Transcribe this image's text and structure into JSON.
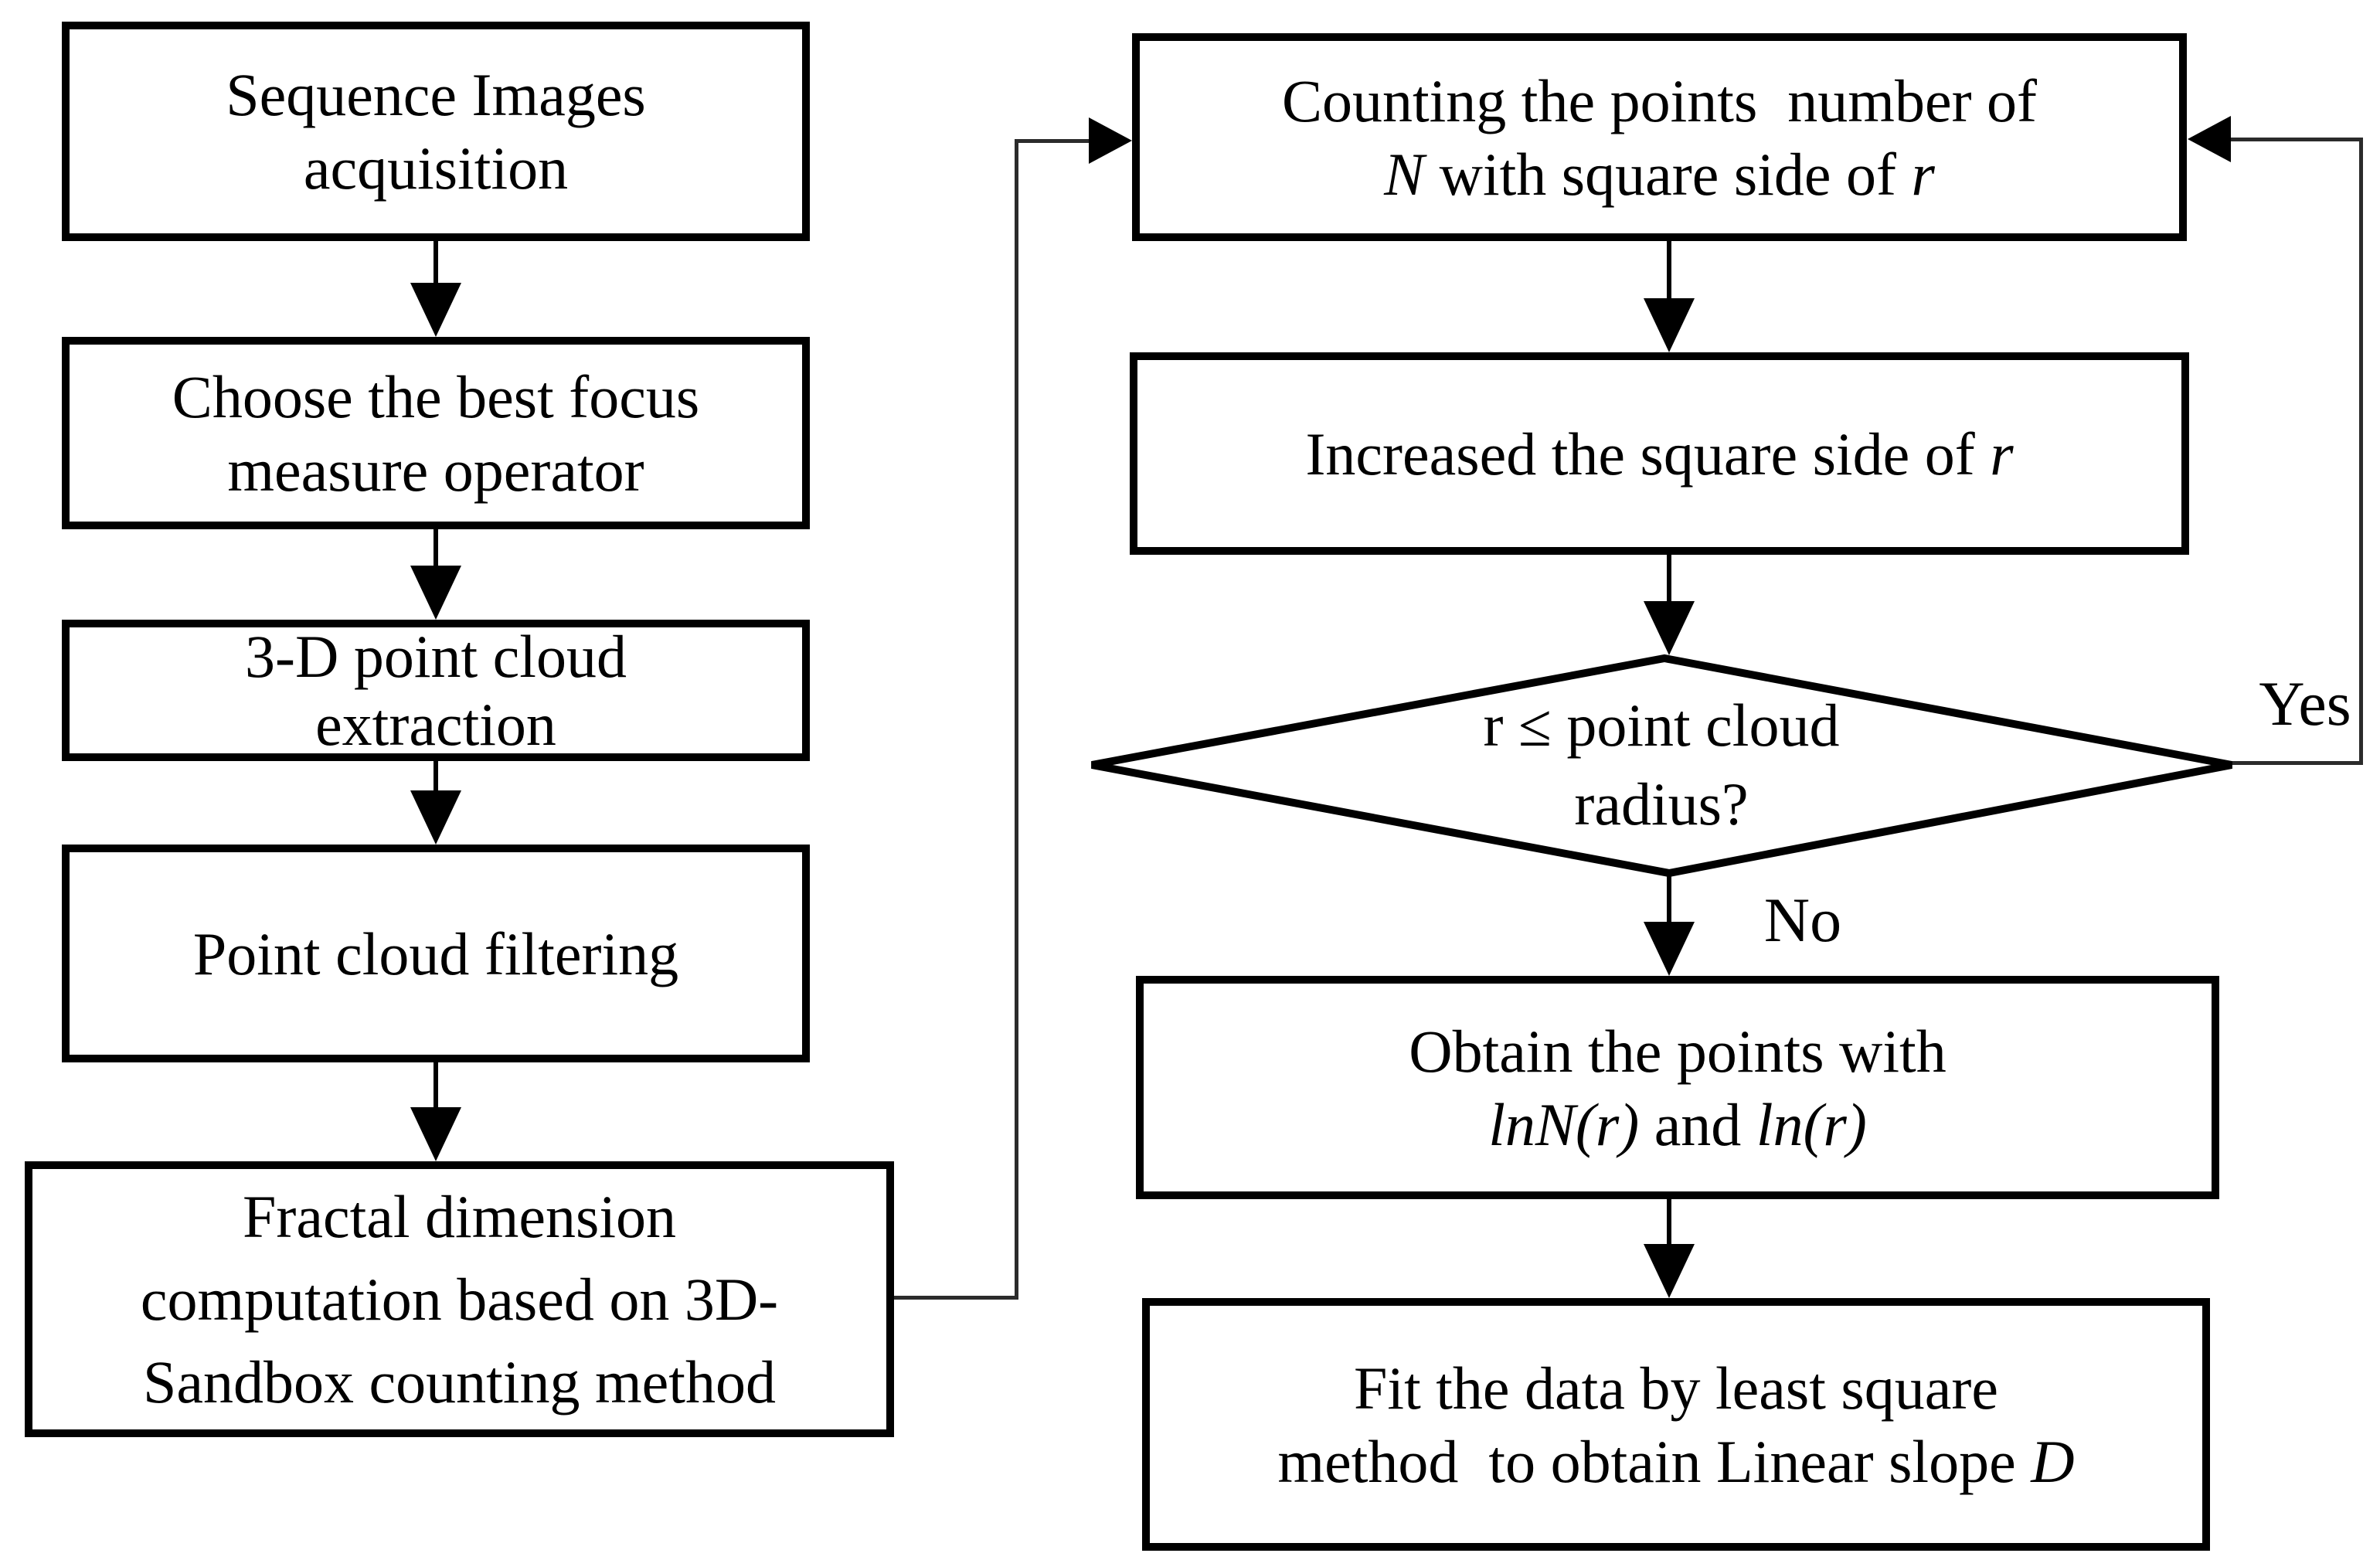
{
  "diagram": {
    "title_hint": "3D sandbox-counting fractal dimension flowchart",
    "colors": {
      "background": "#ffffff",
      "box_border": "#000000",
      "text": "#000000",
      "connector": "#2b2b2b"
    },
    "nodes": {
      "seq": {
        "type": "process",
        "lines": [
          [
            {
              "t": "Sequence Images"
            }
          ],
          [
            {
              "t": "acquisition"
            }
          ]
        ]
      },
      "focus": {
        "type": "process",
        "lines": [
          [
            {
              "t": "Choose the best focus"
            }
          ],
          [
            {
              "t": "measure operator"
            }
          ]
        ]
      },
      "ext": {
        "type": "process",
        "lines": [
          [
            {
              "t": "3-D point cloud"
            }
          ],
          [
            {
              "t": "extraction"
            }
          ]
        ]
      },
      "filt": {
        "type": "process",
        "lines": [
          [
            {
              "t": "Point cloud filtering"
            }
          ]
        ]
      },
      "frac": {
        "type": "process",
        "lines": [
          [
            {
              "t": "Fractal dimension"
            }
          ],
          [
            {
              "t": "computation based on 3D-"
            }
          ],
          [
            {
              "t": "Sandbox counting method"
            }
          ]
        ]
      },
      "count": {
        "type": "process",
        "lines": [
          [
            {
              "t": "Counting the points  number of"
            }
          ],
          [
            {
              "t": "N",
              "i": true
            },
            {
              "t": " with square side of "
            },
            {
              "t": "r",
              "i": true
            }
          ]
        ]
      },
      "incr": {
        "type": "process",
        "lines": [
          [
            {
              "t": "Increased the square side of "
            },
            {
              "t": "r",
              "i": true
            }
          ]
        ]
      },
      "dec": {
        "type": "decision",
        "lines": [
          [
            {
              "t": "r ≤ point cloud"
            }
          ],
          [
            {
              "t": "radius?"
            }
          ]
        ]
      },
      "obt": {
        "type": "process",
        "lines": [
          [
            {
              "t": "Obtain the points with"
            }
          ],
          [
            {
              "t": "lnN(r)",
              "i": true
            },
            {
              "t": " and "
            },
            {
              "t": "ln(r)",
              "i": true
            }
          ]
        ]
      },
      "fit": {
        "type": "process",
        "lines": [
          [
            {
              "t": "Fit the data by least square"
            }
          ],
          [
            {
              "t": "method  to obtain Linear slope "
            },
            {
              "t": "D",
              "i": true
            }
          ]
        ]
      }
    },
    "branch_labels": {
      "yes": "Yes",
      "no": "No"
    },
    "edges": [
      "seq -> focus",
      "focus -> ext",
      "ext -> filt",
      "filt -> frac",
      "frac -> count (orthogonal connector)",
      "count -> incr",
      "incr -> dec",
      "dec -> count (Yes, right feedback loop)",
      "dec -> obt (No)",
      "obt -> fit"
    ]
  }
}
